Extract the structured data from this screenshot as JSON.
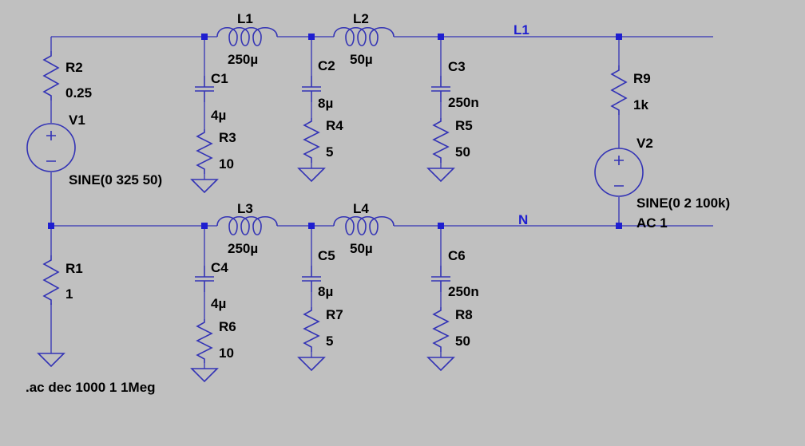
{
  "colors": {
    "background": "#c0c0c0",
    "wire": "#3333b5",
    "junction": "#1f1fd0",
    "text": "#000000",
    "net_label": "#1f1fd0"
  },
  "components": {
    "R2": {
      "name": "R2",
      "value": "0.25"
    },
    "V1": {
      "name": "V1",
      "value": "SINE(0 325 50)"
    },
    "R1": {
      "name": "R1",
      "value": "1"
    },
    "L1": {
      "name": "L1",
      "value": "250µ"
    },
    "L2": {
      "name": "L2",
      "value": "50µ"
    },
    "L3": {
      "name": "L3",
      "value": "250µ"
    },
    "L4": {
      "name": "L4",
      "value": "50µ"
    },
    "C1": {
      "name": "C1",
      "value": "4µ"
    },
    "C2": {
      "name": "C2",
      "value": "8µ"
    },
    "C3": {
      "name": "C3",
      "value": "250n"
    },
    "C4": {
      "name": "C4",
      "value": "4µ"
    },
    "C5": {
      "name": "C5",
      "value": "8µ"
    },
    "C6": {
      "name": "C6",
      "value": "250n"
    },
    "R3": {
      "name": "R3",
      "value": "10"
    },
    "R4": {
      "name": "R4",
      "value": "5"
    },
    "R5": {
      "name": "R5",
      "value": "50"
    },
    "R6": {
      "name": "R6",
      "value": "10"
    },
    "R7": {
      "name": "R7",
      "value": "5"
    },
    "R8": {
      "name": "R8",
      "value": "50"
    },
    "R9": {
      "name": "R9",
      "value": "1k"
    },
    "V2": {
      "name": "V2",
      "value": "SINE(0 2 100k)",
      "ac": "AC 1"
    }
  },
  "nets": {
    "line": "L1",
    "neutral": "N"
  },
  "directive": ".ac dec 1000 1 1Meg"
}
